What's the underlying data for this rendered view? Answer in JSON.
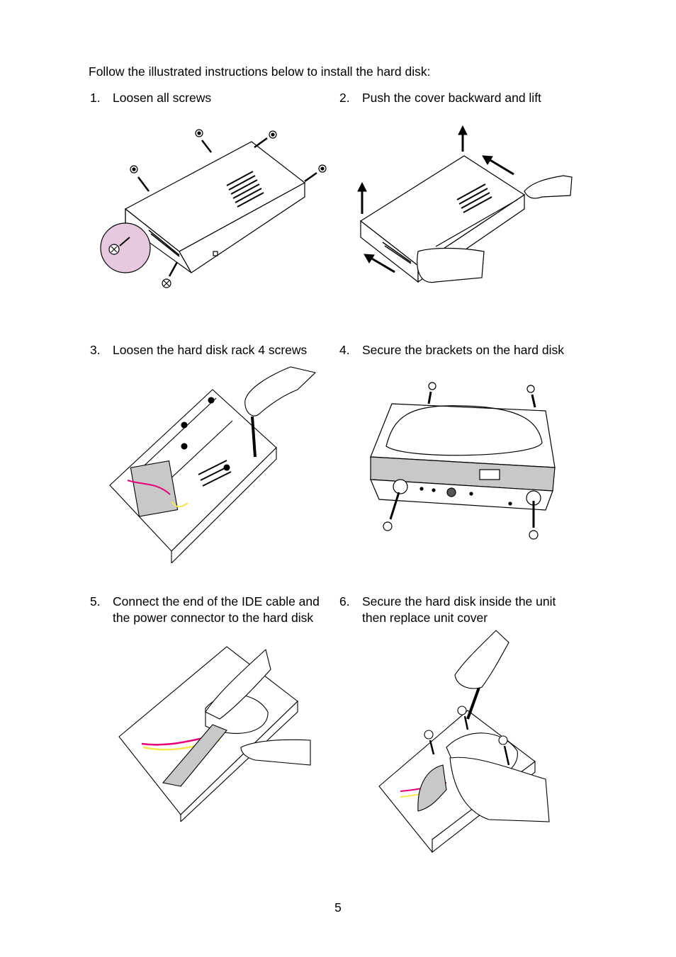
{
  "intro": "Follow the illustrated instructions below to install the hard disk:",
  "steps": [
    {
      "num": "1.",
      "text": "Loosen all screws"
    },
    {
      "num": "2.",
      "text": "Push the cover backward and lift"
    },
    {
      "num": "3.",
      "text": "Loosen the hard disk rack 4 screws"
    },
    {
      "num": "4.",
      "text": "Secure the brackets on the hard disk"
    },
    {
      "num": "5.",
      "text": "Connect the end of the IDE cable and the power connector to the hard disk"
    },
    {
      "num": "6.",
      "text": "Secure the hard disk inside the unit then replace unit cover"
    }
  ],
  "page_number": "5",
  "colors": {
    "highlight": "#e6c9de",
    "cable_red": "#e8007a",
    "cable_yellow": "#f5e64a",
    "cable_gray": "#c8c8c8"
  }
}
